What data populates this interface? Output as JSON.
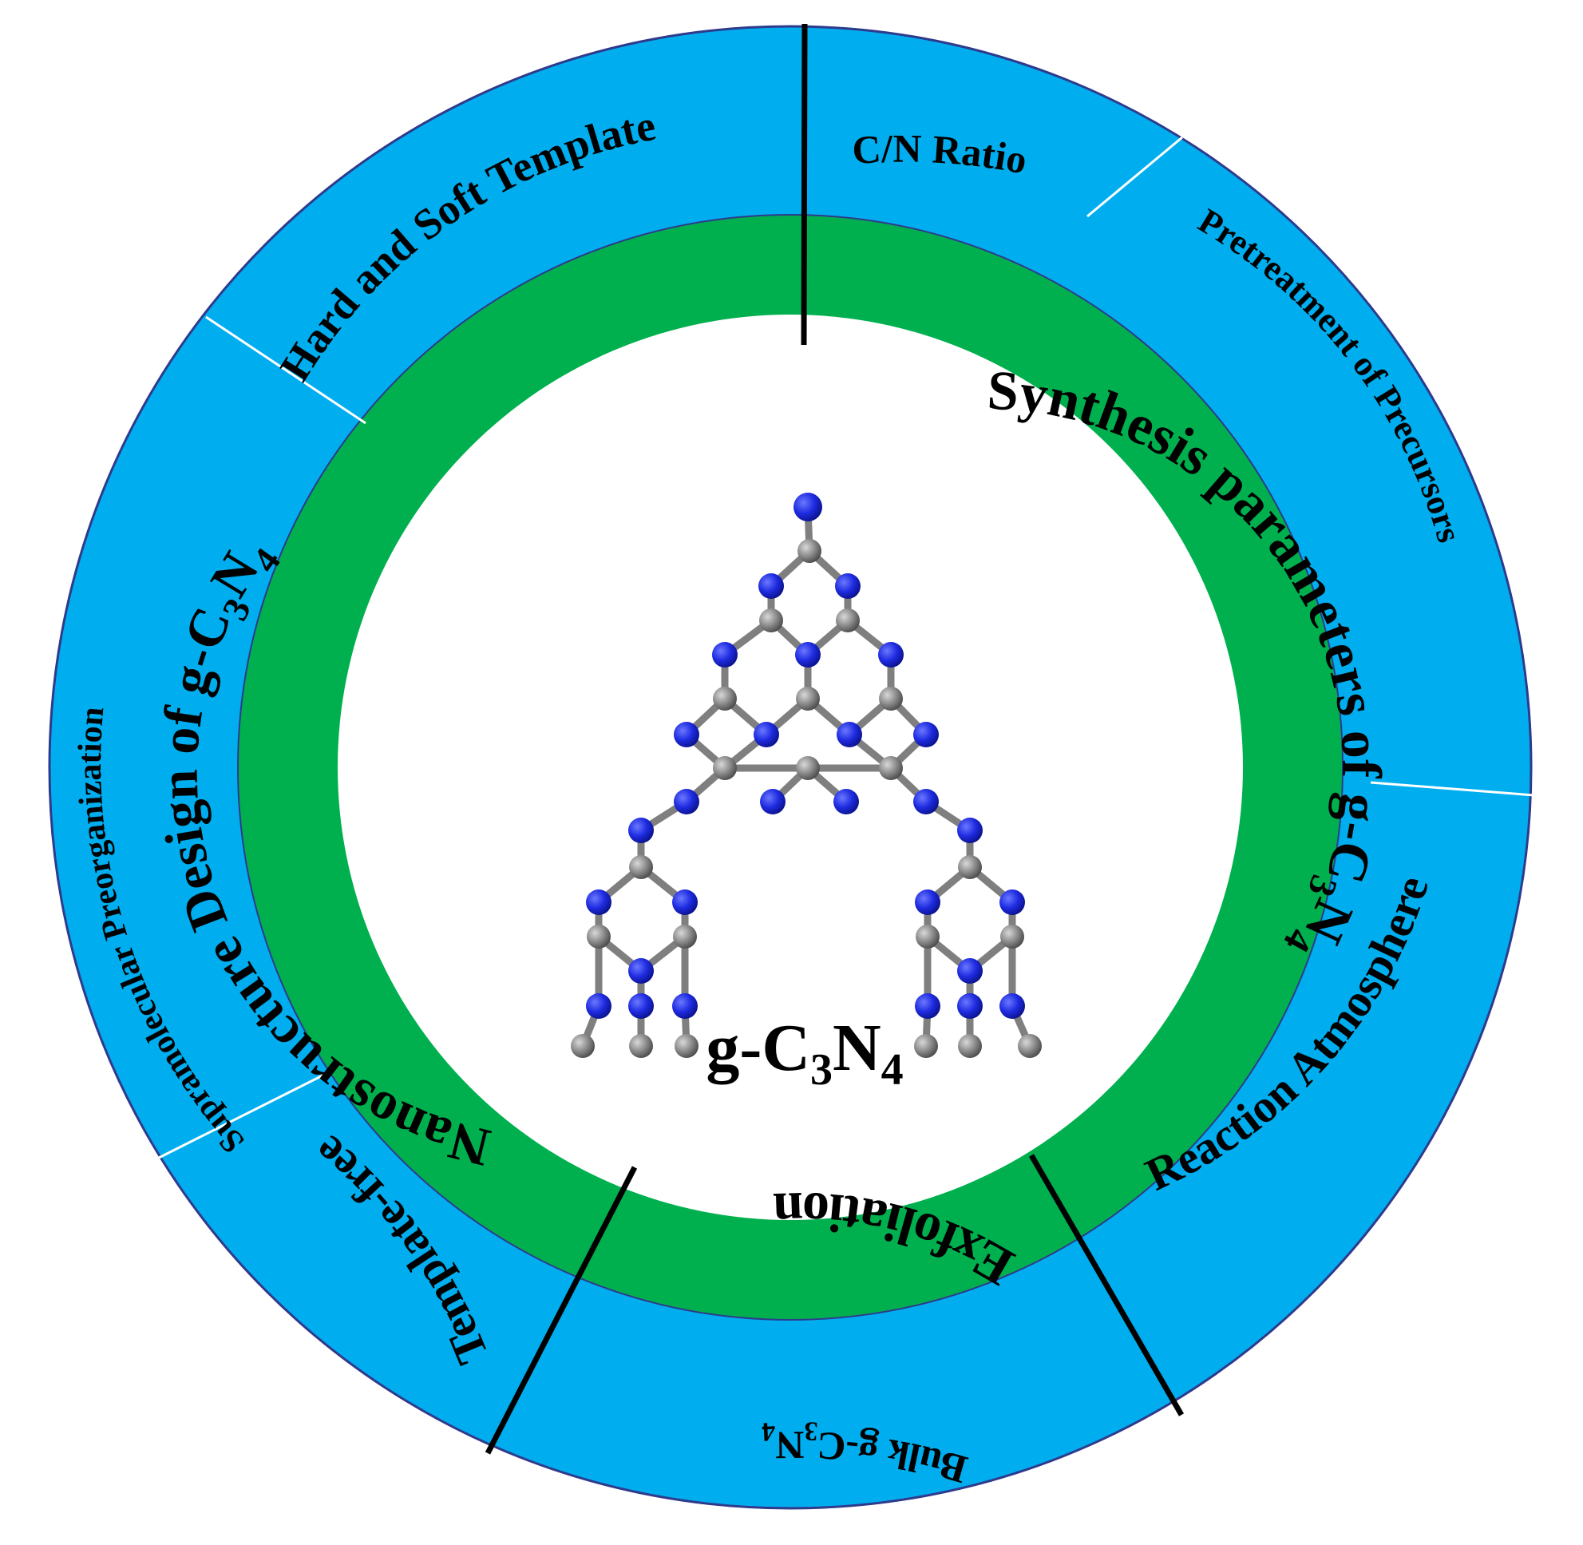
{
  "center": {
    "label_prefix": "g-C",
    "label_sub1": "3",
    "label_mid": "N",
    "label_sub2": "4",
    "molecule_name": "g-C3N4 molecular structure"
  },
  "inner_ring": {
    "nanostructure": {
      "text": "Nanostructure Design of g-C",
      "sub1": "3",
      "mid": "N",
      "sub2": "4"
    },
    "synthesis": {
      "text": "Synthesis parameters of g-C",
      "sub1": "3",
      "mid": "N",
      "sub2": "4"
    },
    "exfoliation": {
      "text": "Exfoliation"
    }
  },
  "outer_ring": {
    "hard_soft_template": "Hard and Soft Template",
    "cn_ratio": "C/N Ratio",
    "pretreatment": "Pretreatment of Precursors",
    "reaction_atmosphere": "Reaction Atmosphere",
    "bulk": {
      "text": "Bulk g-C",
      "sub1": "3",
      "mid": "N",
      "sub2": "4"
    },
    "template_free": "Template-free",
    "supramolecular": "Supramolecular  Preorganization"
  },
  "colors": {
    "outer_ring": "#00AEEF",
    "inner_ring": "#00B04F",
    "center": "#ffffff",
    "nitrogen_atom": "#1E2BE0",
    "carbon_atom": "#8A8A8A",
    "divider_black": "#000000",
    "divider_white": "#ffffff"
  }
}
